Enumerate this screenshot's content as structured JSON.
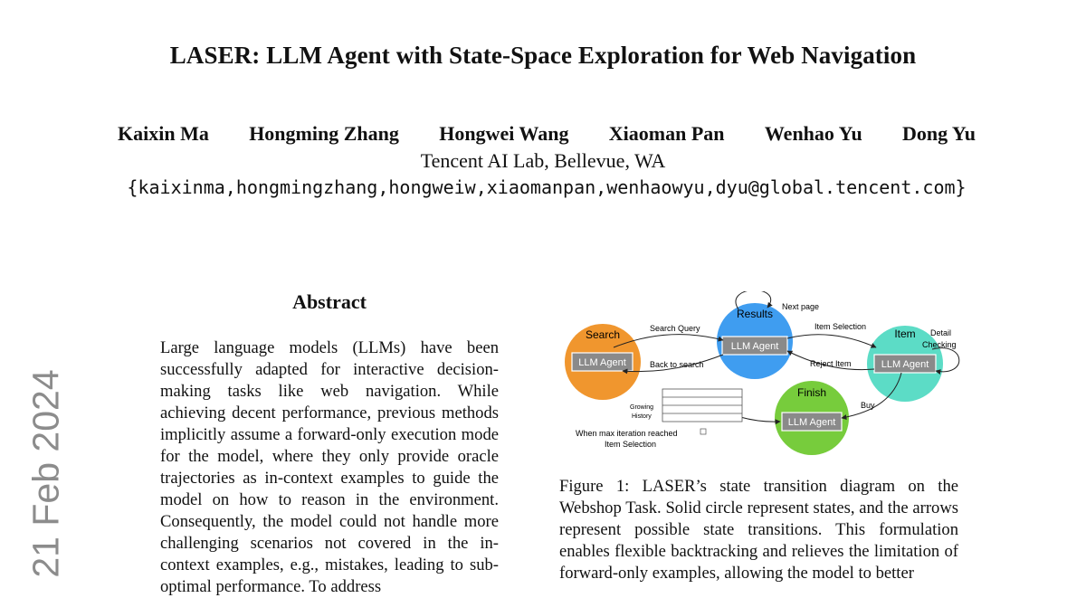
{
  "paper": {
    "title": "LASER: LLM Agent with State-Space Exploration for Web Navigation",
    "authors": [
      "Kaixin Ma",
      "Hongming Zhang",
      "Hongwei Wang",
      "Xiaoman Pan",
      "Wenhao Yu",
      "Dong Yu"
    ],
    "affiliation": "Tencent AI Lab, Bellevue, WA",
    "emails": "{kaixinma,hongmingzhang,hongweiw,xiaomanpan,wenhaowyu,dyu@global.tencent.com}",
    "arxiv_date": "21 Feb 2024"
  },
  "abstract": {
    "heading": "Abstract",
    "text": "Large language models (LLMs) have been successfully adapted for interactive decision-making tasks like web navigation. While achieving decent performance, previous methods implicitly assume a forward-only execution mode for the model, where they only provide oracle trajectories as in-context examples to guide the model on how to reason in the environment. Consequently, the model could not handle more challenging scenarios not covered in the in-context examples, e.g., mistakes, leading to sub-optimal performance. To address"
  },
  "figure": {
    "states": {
      "search": "Search",
      "results": "Results",
      "item": "Item",
      "finish": "Finish"
    },
    "agent_label": "LLM Agent",
    "edges": {
      "search_query": "Search Query",
      "back_to_search": "Back to search",
      "next_page": "Next page",
      "item_selection": "Item Selection",
      "reject_item": "Reject Item",
      "detail_checking_1": "Detail",
      "detail_checking_2": "Checking",
      "buy": "Buy",
      "growing_history_1": "Growing",
      "growing_history_2": "History",
      "max_iter_1": "When max iteration reached",
      "max_iter_2": "Item Selection"
    },
    "colors": {
      "search": "#f0962e",
      "results": "#3f9df0",
      "item": "#5cdcc6",
      "finish": "#77cc3c",
      "agent_box": "#8a8a8a"
    },
    "caption": "Figure 1: LASER’s state transition diagram on the Webshop Task. Solid circle represent states, and the arrows represent possible state transitions. This formulation enables flexible backtracking and relieves the limitation of forward-only examples, allowing the model to better"
  }
}
